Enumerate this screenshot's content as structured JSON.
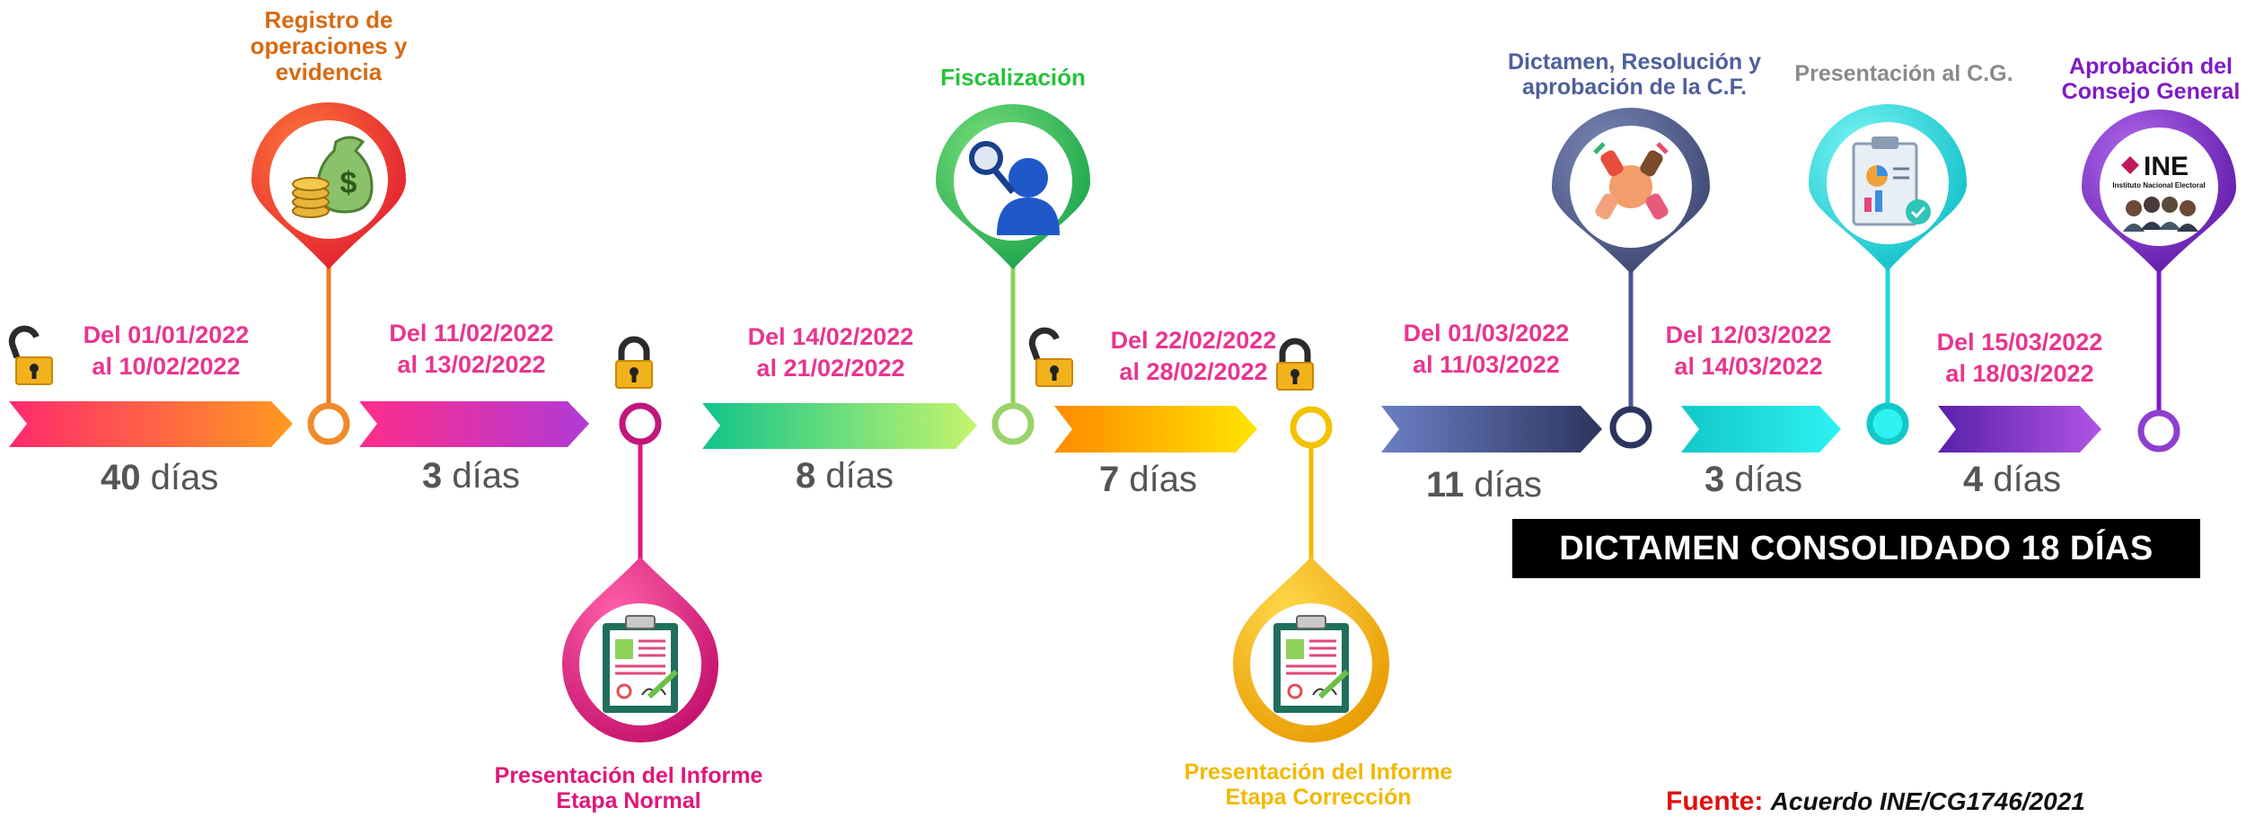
{
  "milestones": {
    "registro": "Registro de\noperaciones y\nevidencia",
    "fiscalizacion": "Fiscalización",
    "dictamen_cf": "Dictamen, Resolución y\naprobación de la C.F.",
    "presentacion_cg": "Presentación al C.G.",
    "aprobacion_cg": "Aprobación del\nConsejo General",
    "informe_normal": "Presentación del Informe\nEtapa Normal",
    "informe_correccion": "Presentación del Informe\nEtapa Corrección"
  },
  "ranges": [
    "Del 01/01/2022\nal 10/02/2022",
    "Del 11/02/2022\nal 13/02/2022",
    "Del 14/02/2022\nal 21/02/2022",
    "Del 22/02/2022\nal 28/02/2022",
    "Del 01/03/2022\nal 11/03/2022",
    "Del 12/03/2022\nal 14/03/2022",
    "Del 15/03/2022\nal 18/03/2022"
  ],
  "durations": [
    {
      "n": "40",
      "unit": "días"
    },
    {
      "n": "3",
      "unit": "días"
    },
    {
      "n": "8",
      "unit": "días"
    },
    {
      "n": "7",
      "unit": "días"
    },
    {
      "n": "11",
      "unit": "días"
    },
    {
      "n": "3",
      "unit": "días"
    },
    {
      "n": "4",
      "unit": "días"
    }
  ],
  "banner": "DICTAMEN CONSOLIDADO 18 DÍAS",
  "source": {
    "label": "Fuente:",
    "value": "Acuerdo INE/CG1746/2021"
  },
  "logo_text": {
    "brand": "INE",
    "subtitle": "Instituto Nacional Electoral"
  },
  "colors": {
    "registro": "#d86a12",
    "fiscalizacion": "#27c23a",
    "dictamen_cf": "#4f5f9c",
    "presentacion_cg": "#8a8a8a",
    "aprobacion_cg": "#7e1bc6",
    "informe_normal": "#e0167a",
    "informe_correccion": "#f3b800",
    "range_text": "#e8358f",
    "banner_bg": "#000000"
  },
  "icons": [
    "unlocked-padlock-icon",
    "money-bag-icon",
    "locked-padlock-icon",
    "magnifier-person-icon",
    "report-document-icon",
    "teamwork-hands-icon",
    "clipboard-chart-icon",
    "ine-logo"
  ]
}
